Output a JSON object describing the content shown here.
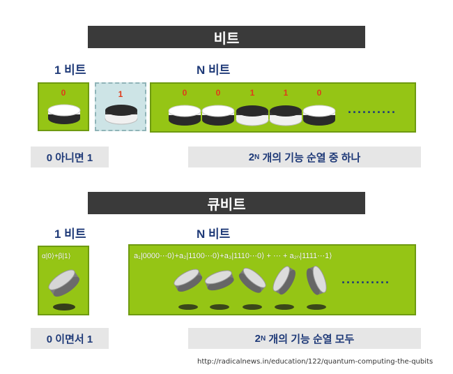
{
  "bits": {
    "header": "비트",
    "label_one": "1 비트",
    "label_n": "N 비트",
    "single_values": [
      "0",
      "1"
    ],
    "n_values": [
      "0",
      "0",
      "1",
      "1",
      "0"
    ],
    "dots": "..........",
    "desc_one": "0 아니면 1",
    "desc_n_base": "2",
    "desc_n_exp": "N",
    "desc_n_text": "개의 기능 순열 중 하나"
  },
  "qubits": {
    "header": "큐비트",
    "label_one": "1 비트",
    "label_n": "N 비트",
    "single_formula": "α|0⟩+β|1⟩",
    "n_formula": "a₁|0000⋯0⟩+a₂|1100⋯0⟩+a₃|1110⋯0⟩ + ⋯ + a₂ₙ|1111⋯1⟩",
    "dots": "..........",
    "desc_one": "0 이면서 1",
    "desc_n_base": "2",
    "desc_n_exp": "N",
    "desc_n_text": "개의 기능 순열 모두"
  },
  "source_url": "http://radicalnews.in/education/122/quantum-computing-the-qubits",
  "colors": {
    "green": "#95c515",
    "header": "#3a3a3a",
    "text": "#1f3a78",
    "bit_value": "#e03a1a"
  }
}
